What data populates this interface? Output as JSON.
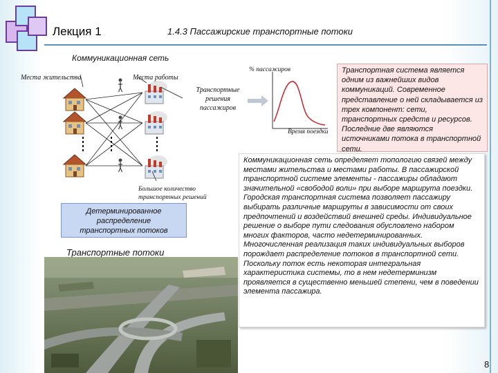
{
  "header": {
    "lecture": "Лекция 1",
    "topic": "1.4.3 Пассажирские транспортные потоки"
  },
  "diagram": {
    "network_title": "Коммуникационная сеть",
    "residence_label": "Места жительства",
    "work_label": "Места работы",
    "decisions_label": [
      "Транспортные",
      "решения",
      "пассажиров"
    ],
    "many_decisions_label": [
      "Большое количество",
      "транспортных решений"
    ],
    "determ_label": [
      "Детерминированное",
      "распределение",
      "транспортных потоков"
    ],
    "flows_label": "Транспортные потоки",
    "graph_ylabel": "% пассажиров",
    "graph_xlabel": "Время поездки"
  },
  "text_pink": "Транспортная система является одним из важнейших видов коммуникаций. Современное представление о ней складывается из трех компонент: сети, транспортных средств и ресурсов. Последние две являются источниками потока в транспортной сети.",
  "text_white": "Коммуникационная сеть определяет топологию связей между местами жительства и местами работы. В пассажирской транспортной системе элементы - пассажиры обладают значительной «свободой воли» при выборе маршрута поездки. Городская транспортная система позволяет пассажиру выбирать различные маршруты в зависимости от своих предпочтений и воздействий внешней среды. Индивидуальное решение о выборе пути следования обусловлено набором многих факторов, часто недетерминированных. Многочисленная реализация таких индивидуальных выборов порождает распределение потоков в транспортной сети. Поскольку поток есть некоторая интегральная характеристика системы, то в нем недетерминизм проявляется в существенно меньшей степени, чем в поведении элемента пассажира.",
  "page_number": "8",
  "colors": {
    "accent": "#6a3c9c",
    "pink_box": "#fde6e6",
    "blue_box": "#c9d8f2",
    "curve": "#d0202a"
  }
}
